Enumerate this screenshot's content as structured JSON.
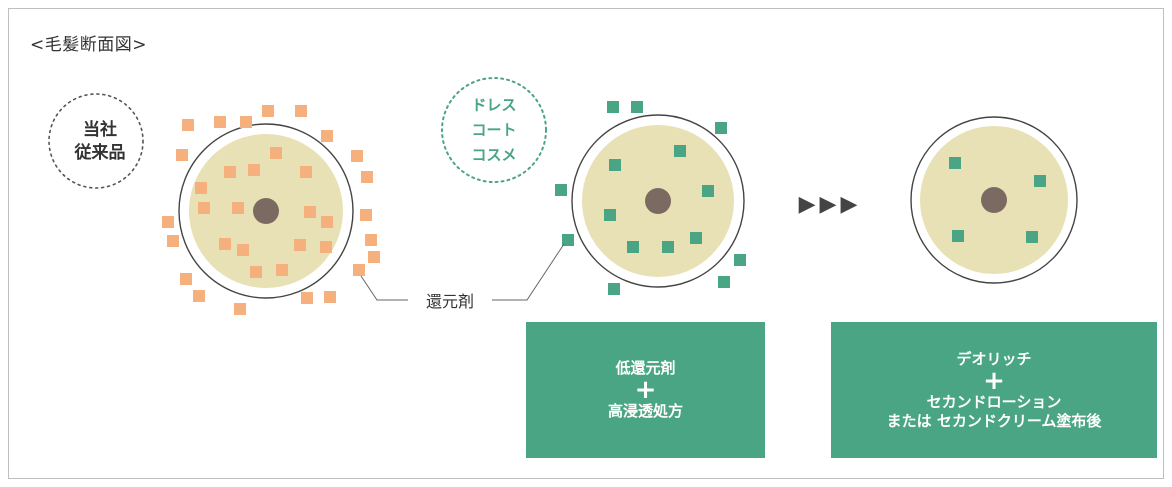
{
  "title": "<毛髪断面図>",
  "badges": {
    "conventional": [
      "当社",
      "従来品"
    ],
    "dresscoat": [
      "ドレス",
      "コート",
      "コスメ"
    ]
  },
  "callout_label": "還元剤",
  "arrows": "▶▶▶",
  "boxes": {
    "left": {
      "line1": "低還元剤",
      "plus": "+",
      "line2": "高浸透処方"
    },
    "right": {
      "line1": "デオリッチ",
      "plus": "+",
      "line2": "セカンドローション",
      "line3": "または セカンドクリーム塗布後"
    }
  },
  "colors": {
    "cortex": "#e8e1b5",
    "core": "#7b6a62",
    "orange_particle": "#f6b07e",
    "green_particle": "#4aa585",
    "box_bg": "#4aa585",
    "frame": "#bfbfbf"
  }
}
